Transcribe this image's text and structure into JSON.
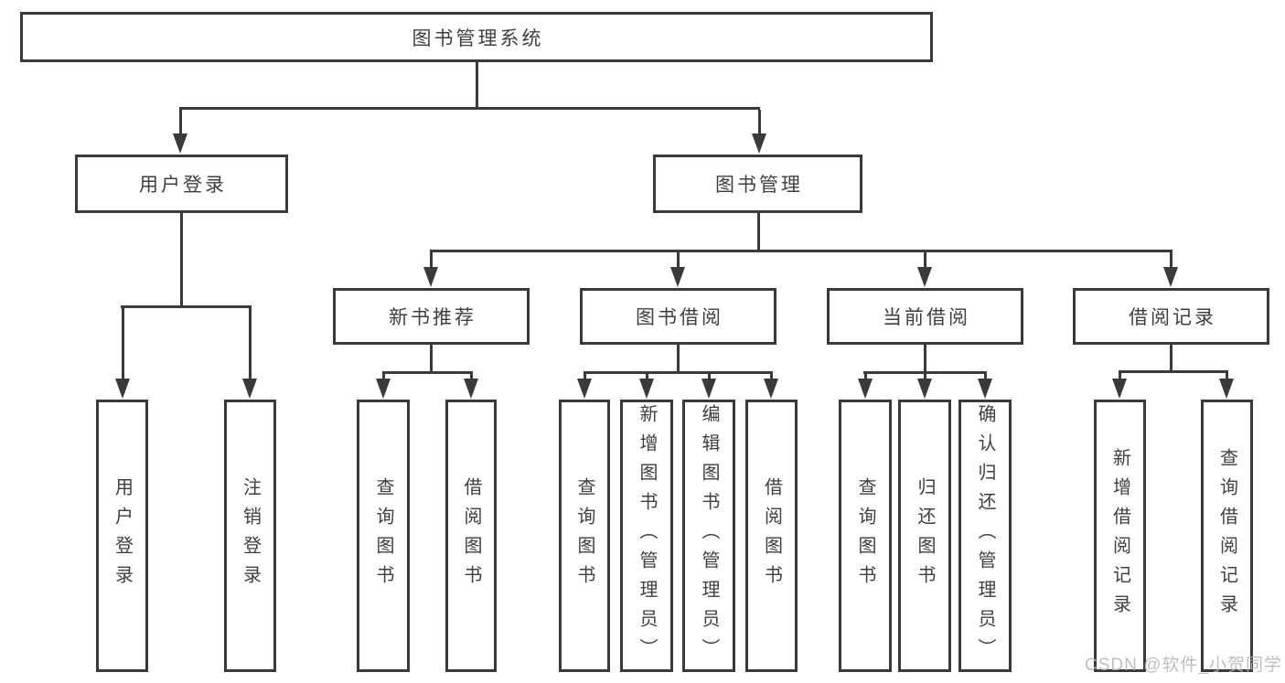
{
  "diagram": {
    "root": {
      "label": "图书管理系统"
    },
    "level2": [
      {
        "label": "用户登录"
      },
      {
        "label": "图书管理"
      }
    ],
    "level3": [
      {
        "parent": "图书管理",
        "label": "新书推荐"
      },
      {
        "parent": "图书管理",
        "label": "图书借阅"
      },
      {
        "parent": "图书管理",
        "label": "当前借阅"
      },
      {
        "parent": "图书管理",
        "label": "借阅记录"
      }
    ],
    "leaves": [
      {
        "parent": "用户登录",
        "label": "用户登录"
      },
      {
        "parent": "用户登录",
        "label": "注销登录"
      },
      {
        "parent": "新书推荐",
        "label": "查询图书"
      },
      {
        "parent": "新书推荐",
        "label": "借阅图书"
      },
      {
        "parent": "图书借阅",
        "label": "查询图书"
      },
      {
        "parent": "图书借阅",
        "label": "新增图书（管理员）"
      },
      {
        "parent": "图书借阅",
        "label": "编辑图书（管理员）"
      },
      {
        "parent": "图书借阅",
        "label": "借阅图书"
      },
      {
        "parent": "当前借阅",
        "label": "查询图书"
      },
      {
        "parent": "当前借阅",
        "label": "归还图书"
      },
      {
        "parent": "当前借阅",
        "label": "确认归还（管理员）"
      },
      {
        "parent": "借阅记录",
        "label": "新增借阅记录"
      },
      {
        "parent": "借阅记录",
        "label": "查询借阅记录"
      }
    ],
    "watermark": "CSDN @软件_小贺同学"
  },
  "colors": {
    "line": "#3a3a3a",
    "text": "#3f3f3f",
    "box_background": "#ffffff",
    "watermark": "#b5b5b5"
  }
}
